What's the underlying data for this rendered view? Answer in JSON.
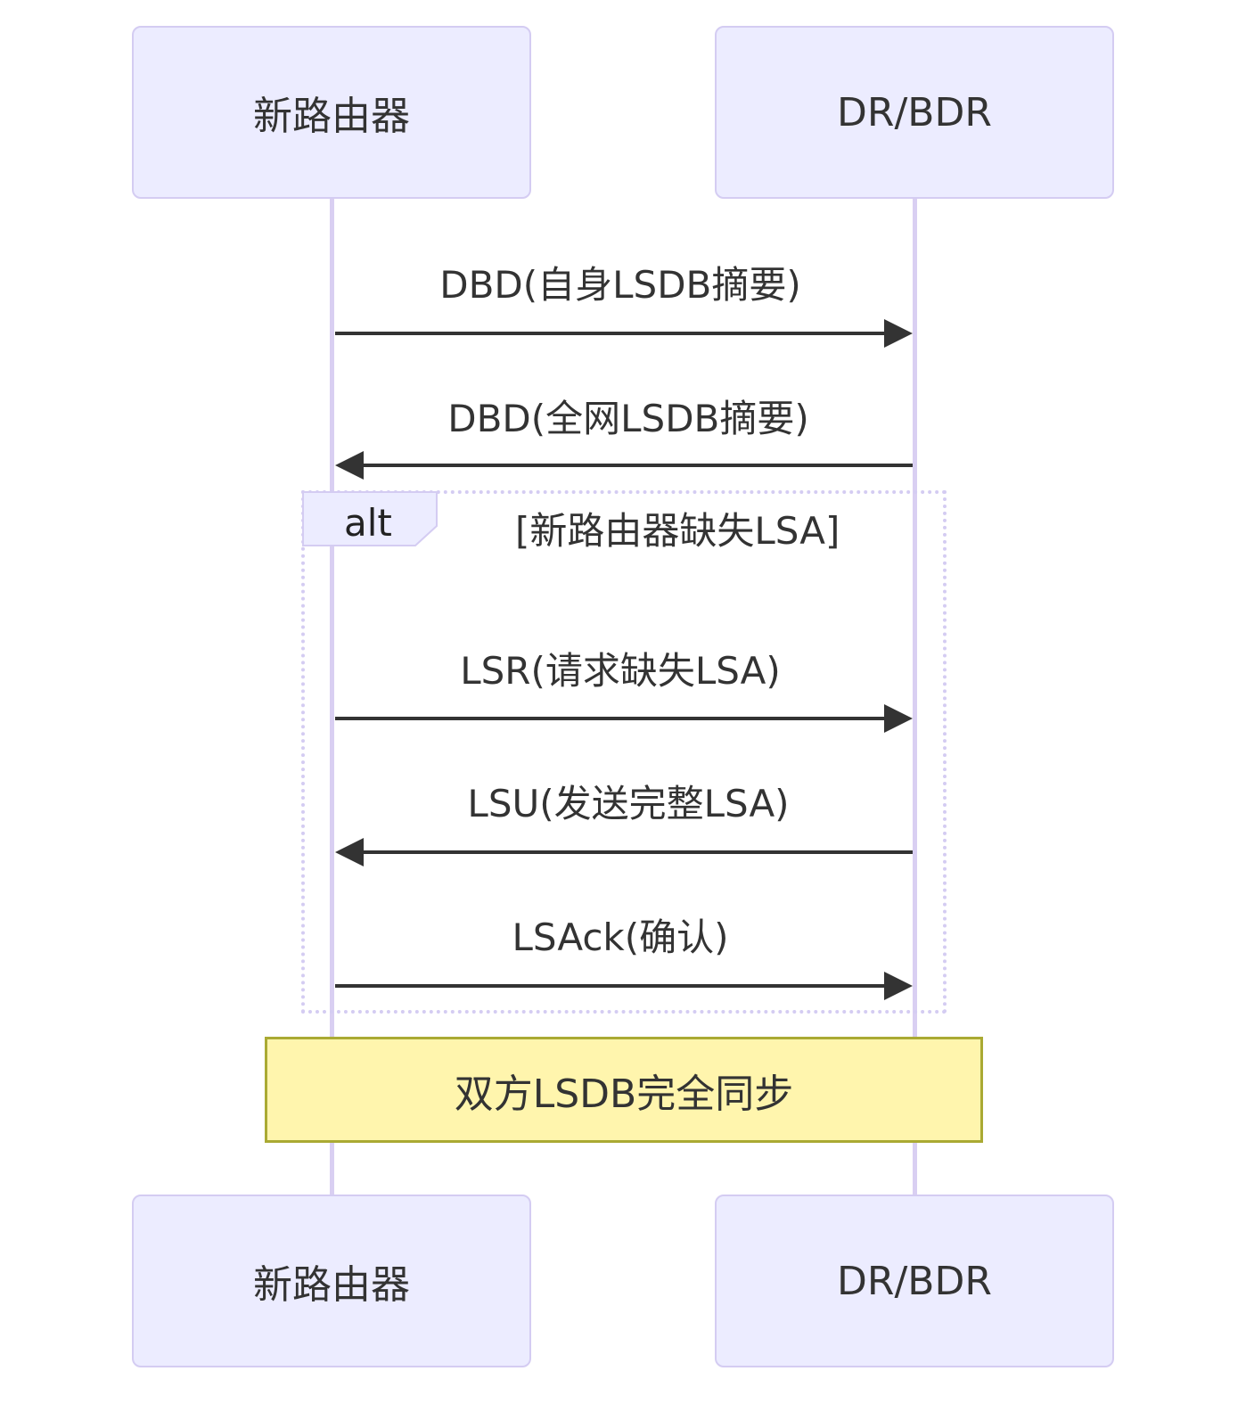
{
  "participants": {
    "left": {
      "label": "新路由器"
    },
    "right": {
      "label": "DR/BDR"
    }
  },
  "messages": [
    {
      "label": "DBD(自身LSDB摘要)",
      "direction": "right"
    },
    {
      "label": "DBD(全网LSDB摘要)",
      "direction": "left"
    },
    {
      "label": "LSR(请求缺失LSA)",
      "direction": "right"
    },
    {
      "label": "LSU(发送完整LSA)",
      "direction": "left"
    },
    {
      "label": "LSAck(确认)",
      "direction": "right"
    }
  ],
  "alt_block": {
    "keyword": "alt",
    "condition": "[新路由器缺失LSA]"
  },
  "note": {
    "text": "双方LSDB完全同步"
  },
  "colors": {
    "actor_fill": "#ECECFF",
    "actor_border": "#D4CCF2",
    "lifeline": "#D9CFF2",
    "arrow": "#333333",
    "note_fill": "#FFF5AD",
    "note_border": "#AAAA33"
  }
}
